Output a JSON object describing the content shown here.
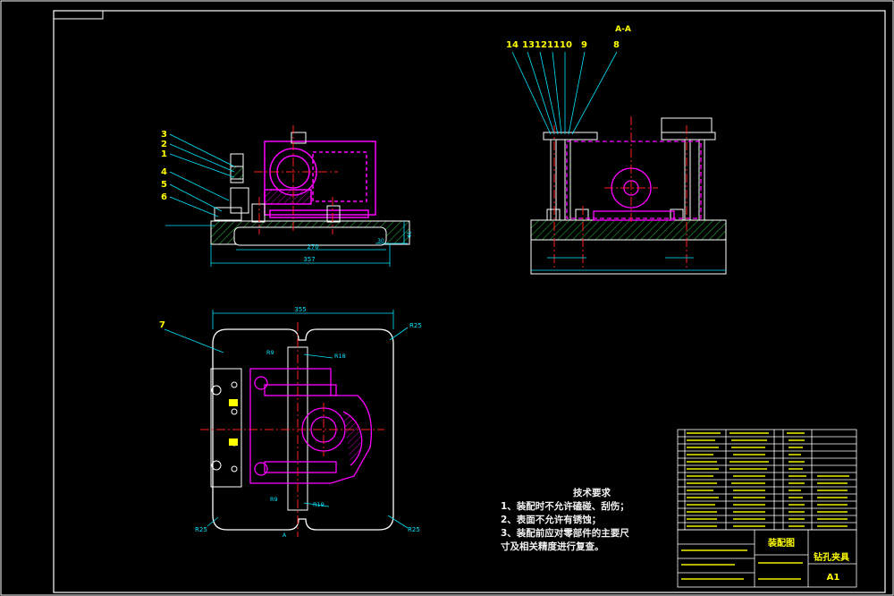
{
  "view_label": "A-A",
  "balloons_left": [
    "3",
    "2",
    "1",
    "4",
    "5",
    "6"
  ],
  "balloons_right": [
    "14",
    "13",
    "12",
    "11",
    "10",
    "9",
    "8"
  ],
  "balloon_plan": "7",
  "dims": {
    "front_inner": "270",
    "front_overall": "357",
    "front_side": "30",
    "front_height": "45",
    "plan_width": "355",
    "r_top_right": "R25",
    "r_bottom_left": "R25",
    "r_bottom_right": "R25",
    "r_top": "R18",
    "r_slot_top": "R9",
    "r_slot_bottom": "R9",
    "r_bottom": "R19",
    "section_mark": "A"
  },
  "tech_requirements": {
    "heading": "技术要求",
    "items": [
      "1、装配时不允许磕碰、刮伤；",
      "2、表面不允许有锈蚀；",
      "3、装配前应对零部件的主要尺",
      "寸及相关精度进行复查。"
    ]
  },
  "title_block": {
    "drawing_name": "装配图",
    "part_name": "钻孔夹具",
    "sheet_size": "A1"
  },
  "colors": {
    "background": "#000000",
    "frame": "#ffffff",
    "part_outline": "#ffffff",
    "highlight_part": "#ff00ff",
    "center_line": "#ff2020",
    "leader": "#00e5ff",
    "balloon_text": "#ffff00",
    "hatch": "#00c800"
  }
}
